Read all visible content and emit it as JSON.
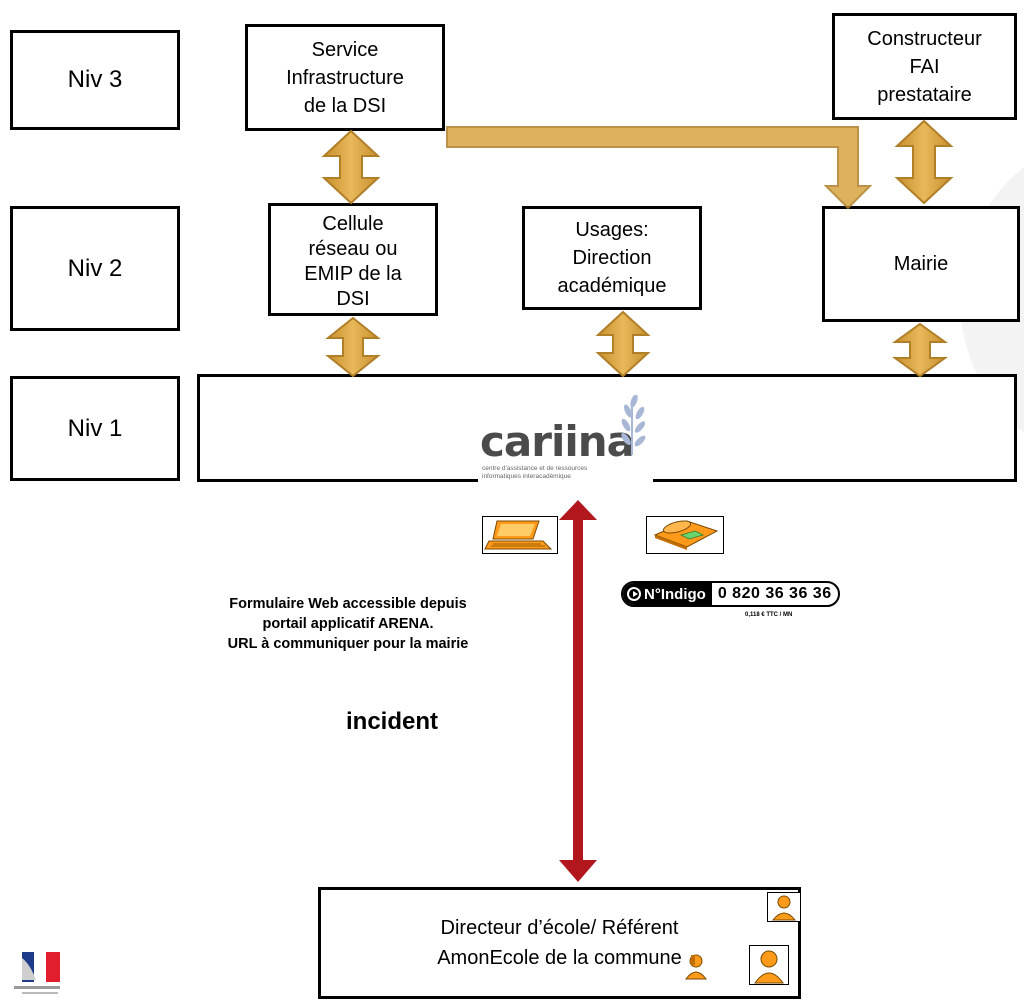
{
  "levels": {
    "niv3": "Niv 3",
    "niv2": "Niv 2",
    "niv1": "Niv 1"
  },
  "nodes": {
    "service_infra": [
      "Service",
      "Infrastructure",
      "de la DSI"
    ],
    "constructeur": [
      "Constructeur",
      "FAI",
      "prestataire"
    ],
    "cellule": [
      "Cellule",
      "réseau ou",
      "EMIP de la",
      "DSI"
    ],
    "usages": [
      "Usages:",
      "Direction",
      "académique"
    ],
    "mairie": "Mairie",
    "directeur": [
      "Directeur d’école/ Référent",
      "AmonEcole de la commune"
    ]
  },
  "cariina": {
    "wordmark": "cariina",
    "tagline_1": "centre d'assistance et de ressources",
    "tagline_2": "informatiques interacadémique"
  },
  "indigo": {
    "tag": "N°Indigo",
    "number": "0 820 36 36 36",
    "price": "0,118 € TTC / MN"
  },
  "web_form_caption": [
    "Formulaire Web accessible depuis",
    "portail applicatif ARENA.",
    "URL à communiquer pour la mairie"
  ],
  "incident_label": "incident",
  "colors": {
    "gold_arrow": "#d9a441",
    "gold_arrow_edge": "#b07f28",
    "red_arrow": "#b3171e",
    "box_border": "#000000"
  }
}
